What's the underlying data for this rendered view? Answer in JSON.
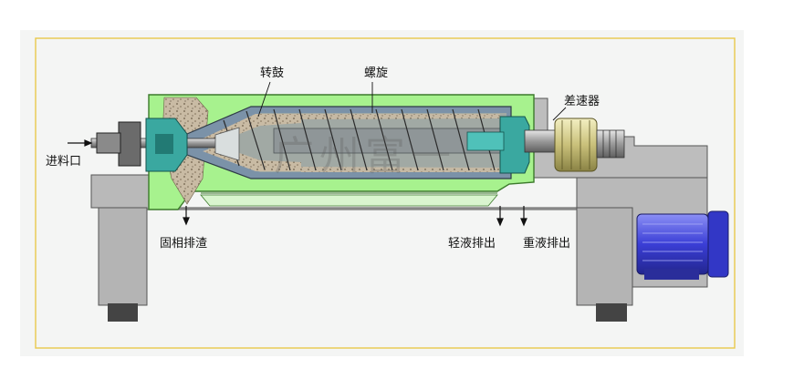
{
  "labels": {
    "drum": "转鼓",
    "screw": "螺旋",
    "gearbox": "差速器",
    "feed_inlet": "进料口",
    "solid_discharge": "固相排渣",
    "light_liquid_discharge": "轻液排出",
    "heavy_liquid_discharge": "重液排出"
  },
  "watermark": "广州富一",
  "colors": {
    "housing": "#a7f28e",
    "housing_stroke": "#3c7a2c",
    "frame": "#b9b9b9",
    "drum_shell": "#7b92a8",
    "liquid_pool": "#a1a9a4",
    "solids": "#c7b9a3",
    "shaft": "#9a9a9a",
    "hub": "#3aa8a0",
    "gearbox": "#d6cf8a",
    "motor": "#3f43d8",
    "border": "#e9c84c"
  }
}
